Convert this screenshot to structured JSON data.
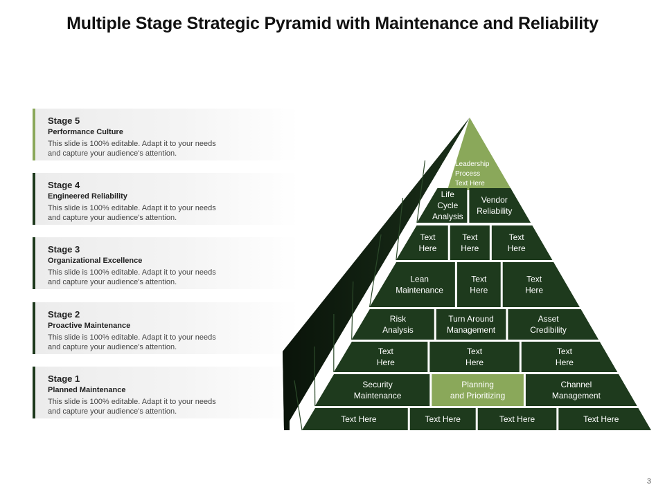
{
  "title": "Multiple Stage Strategic Pyramid with Maintenance and Reliability",
  "page_number": "3",
  "colors": {
    "dark": "#1e3a1d",
    "light": "#8aa85a",
    "side": "#0e1d0e"
  },
  "stages": [
    {
      "stage": "Stage 5",
      "subtitle": "Performance Culture",
      "desc1": "This slide is 100% editable. Adapt it to your needs",
      "desc2": "and capture your audience's attention."
    },
    {
      "stage": "Stage 4",
      "subtitle": "Engineered Reliability",
      "desc1": "This slide is 100% editable. Adapt it to your needs",
      "desc2": "and capture your audience's attention."
    },
    {
      "stage": "Stage 3",
      "subtitle": "Organizational  Excellence",
      "desc1": "This slide is 100% editable. Adapt it to your needs",
      "desc2": "and capture your audience's attention."
    },
    {
      "stage": "Stage 2",
      "subtitle": "Proactive Maintenance",
      "desc1": "This slide is 100% editable. Adapt it to your needs",
      "desc2": "and capture your audience's attention."
    },
    {
      "stage": "Stage 1",
      "subtitle": "Planned Maintenance",
      "desc1": "This slide is 100% editable. Adapt it to your needs",
      "desc2": "and capture your audience's attention."
    }
  ],
  "pyramid": {
    "top_bullets": [
      "Leadership",
      "Process",
      "Text Here"
    ],
    "row2": [
      "Life|Cycle|Analysis",
      "Vendor|Reliability"
    ],
    "row3": [
      "Text|Here",
      "Text|Here",
      "Text|Here"
    ],
    "row4": [
      "Lean|Maintenance",
      "Text|Here",
      "Text|Here"
    ],
    "row5": [
      "Risk|Analysis",
      "Turn Around|Management",
      "Asset|Credibility"
    ],
    "row6": [
      "Text|Here",
      "Text|Here",
      "Text|Here"
    ],
    "row7": [
      "Security|Maintenance",
      "Planning|and Prioritizing",
      "Channel|Management"
    ],
    "row8": [
      "Text Here",
      "Text Here",
      "Text Here",
      "Text Here"
    ]
  }
}
